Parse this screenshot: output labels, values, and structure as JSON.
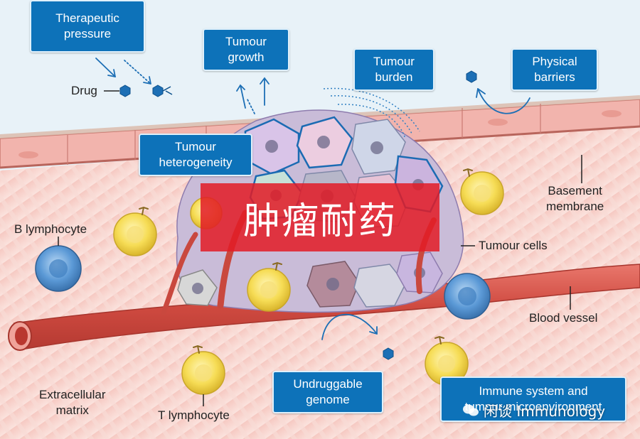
{
  "callouts": {
    "therapeutic_pressure": [
      "Therapeutic",
      "pressure"
    ],
    "tumour_growth": [
      "Tumour",
      "growth"
    ],
    "tumour_burden": [
      "Tumour",
      "burden"
    ],
    "physical_barriers": [
      "Physical",
      "barriers"
    ],
    "tumour_heterogeneity": [
      "Tumour",
      "heterogeneity"
    ],
    "undruggable_genome": [
      "Undruggable",
      "genome"
    ],
    "immune_system": [
      "Immune system and",
      "tumour microenvironment"
    ]
  },
  "labels": {
    "drug": "Drug",
    "b_lymphocyte": "B lymphocyte",
    "basement_membrane": [
      "Basement",
      "membrane"
    ],
    "tumour_cells": "Tumour cells",
    "blood_vessel": "Blood vessel",
    "extracellular_matrix": [
      "Extracellular",
      "matrix"
    ],
    "t_lymphocyte": "T lymphocyte"
  },
  "banner": "肿瘤耐药",
  "watermark": "闲谈 Immunology",
  "colors": {
    "callout_fill": "#0d72b9",
    "banner_fill": "#e21c26",
    "vessel": "#d9534a",
    "t_cell": "#f4d64a",
    "b_cell": "#4d8fd0"
  }
}
